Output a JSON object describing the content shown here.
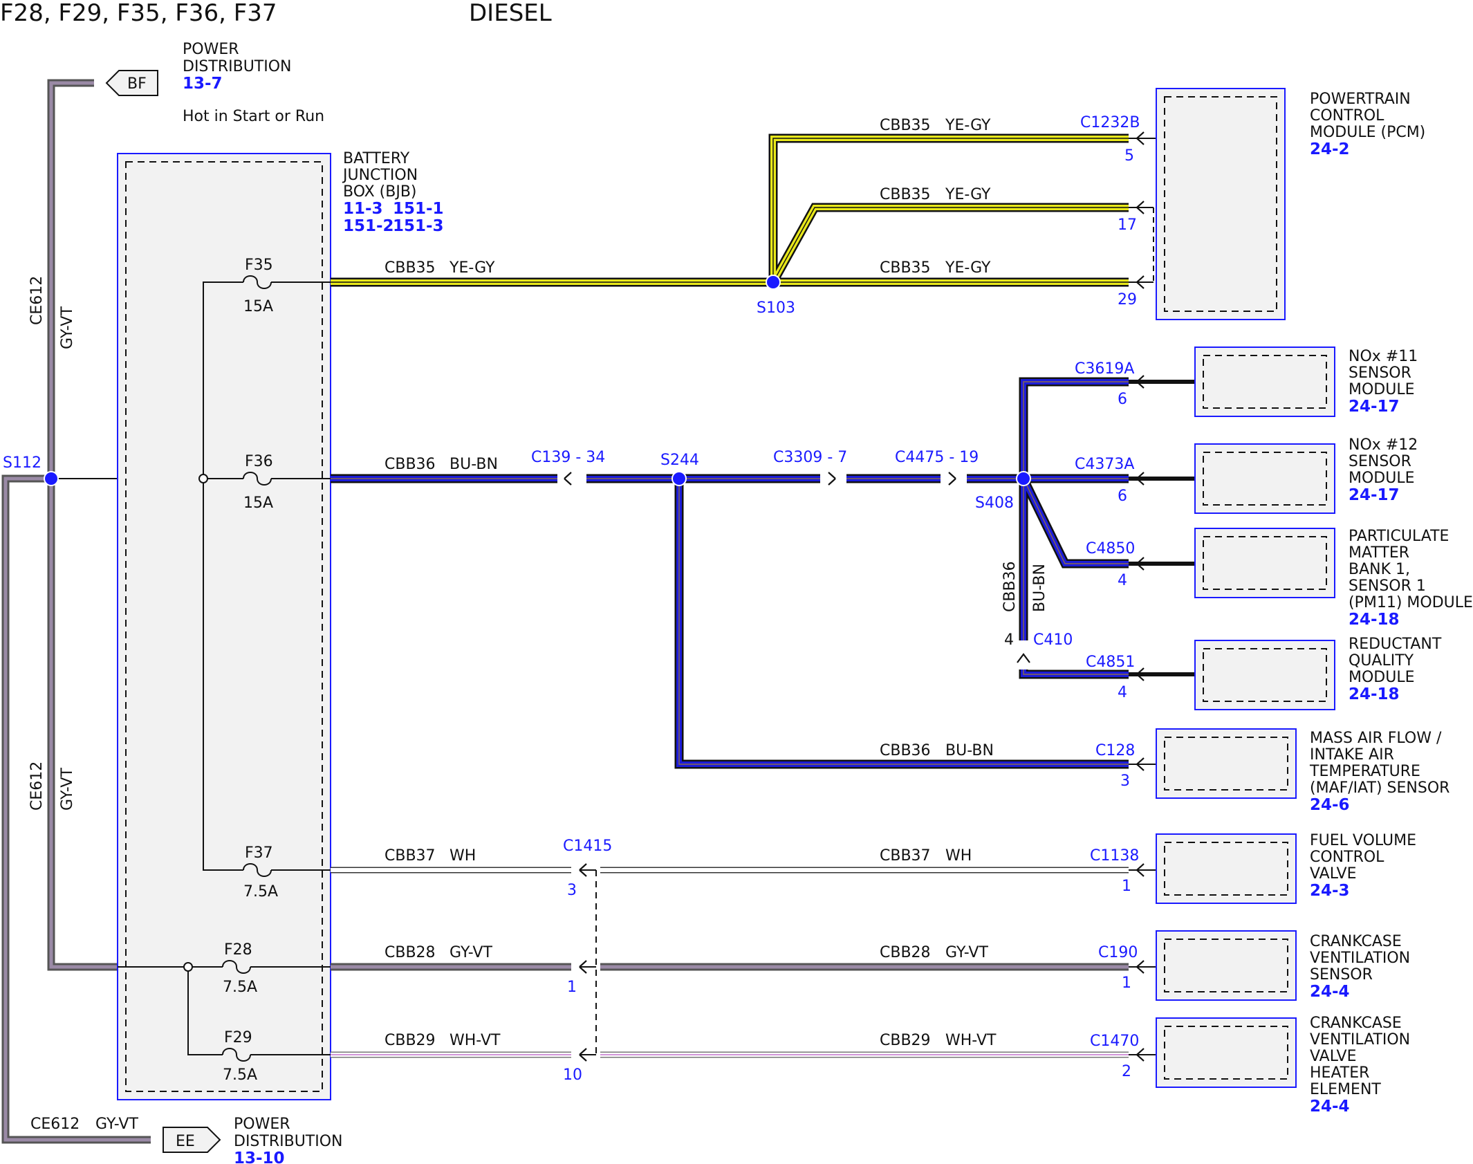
{
  "header": {
    "fuses": "F28, F29, F35, F36, F37",
    "engine": "DIESEL"
  },
  "colors": {
    "ye_gy": "#e8e81a",
    "bu_bn": "#1c1cd9",
    "gy_vt": "#9a8aa6",
    "wh": "#ffffff",
    "wh_vt": "#e0b8e6",
    "component_fill": "#f2f2f2",
    "component_border": "#1a1aff",
    "label_blue": "#1a1aff"
  },
  "power_top": {
    "connector": "BF",
    "title_l1": "POWER",
    "title_l2": "DISTRIBUTION",
    "ref": "13-7",
    "note": "Hot in Start or Run"
  },
  "power_bottom": {
    "connector": "EE",
    "title_l1": "POWER",
    "title_l2": "DISTRIBUTION",
    "ref": "13-10",
    "circuit": "CE612",
    "color": "GY-VT"
  },
  "feed": {
    "circuit": "CE612",
    "color": "GY-VT",
    "splice": "S112"
  },
  "bjb": {
    "l1": "BATTERY",
    "l2": "JUNCTION",
    "l3": "BOX (BJB)",
    "refs": [
      "11-3",
      "151-1",
      "151-2",
      "151-3"
    ]
  },
  "fuses": {
    "f35": {
      "name": "F35",
      "rating": "15A"
    },
    "f36": {
      "name": "F36",
      "rating": "15A"
    },
    "f37": {
      "name": "F37",
      "rating": "7.5A"
    },
    "f28": {
      "name": "F28",
      "rating": "7.5A"
    },
    "f29": {
      "name": "F29",
      "rating": "7.5A"
    }
  },
  "wires": {
    "cbb35": {
      "circuit": "CBB35",
      "color": "YE-GY"
    },
    "cbb36": {
      "circuit": "CBB36",
      "color": "BU-BN"
    },
    "cbb37": {
      "circuit": "CBB37",
      "color": "WH"
    },
    "cbb28": {
      "circuit": "CBB28",
      "color": "GY-VT"
    },
    "cbb29": {
      "circuit": "CBB29",
      "color": "WH-VT"
    }
  },
  "splices": {
    "s103": "S103",
    "s244": "S244",
    "s408": "S408"
  },
  "inline": {
    "c139": "C139 - 34",
    "c3309": "C3309 - 7",
    "c4475": "C4475 - 19",
    "c410": "C410",
    "c410_pin": "4",
    "c1415": "C1415",
    "c1415_pins": [
      "3",
      "1",
      "10"
    ]
  },
  "components": {
    "pcm": {
      "l1": "POWERTRAIN",
      "l2": "CONTROL",
      "l3": "MODULE (PCM)",
      "ref": "24-2",
      "connector": "C1232B",
      "pins": [
        "5",
        "17",
        "29"
      ]
    },
    "nox11": {
      "l1": "NOx #11",
      "l2": "SENSOR",
      "l3": "MODULE",
      "ref": "24-17",
      "connector": "C3619A",
      "pin": "6"
    },
    "nox12": {
      "l1": "NOx #12",
      "l2": "SENSOR",
      "l3": "MODULE",
      "ref": "24-17",
      "connector": "C4373A",
      "pin": "6"
    },
    "pm": {
      "l1": "PARTICULATE",
      "l2": "MATTER",
      "l3": "BANK 1,",
      "l4": "SENSOR 1",
      "l5": "(PM11) MODULE",
      "ref": "24-18",
      "connector": "C4850",
      "pin": "4"
    },
    "rq": {
      "l1": "REDUCTANT",
      "l2": "QUALITY",
      "l3": "MODULE",
      "ref": "24-18",
      "connector": "C4851",
      "pin": "4"
    },
    "maf": {
      "l1": "MASS AIR FLOW /",
      "l2": "INTAKE AIR",
      "l3": "TEMPERATURE",
      "l4": "(MAF/IAT) SENSOR",
      "ref": "24-6",
      "connector": "C128",
      "pin": "3"
    },
    "fvcv": {
      "l1": "FUEL VOLUME",
      "l2": "CONTROL",
      "l3": "VALVE",
      "ref": "24-3",
      "connector": "C1138",
      "pin": "1"
    },
    "ccvs": {
      "l1": "CRANKCASE",
      "l2": "VENTILATION",
      "l3": "SENSOR",
      "ref": "24-4",
      "connector": "C190",
      "pin": "1"
    },
    "ccvv": {
      "l1": "CRANKCASE",
      "l2": "VENTILATION",
      "l3": "VALVE",
      "l4": "HEATER",
      "l5": "ELEMENT",
      "ref": "24-4",
      "connector": "C1470",
      "pin": "2"
    }
  }
}
